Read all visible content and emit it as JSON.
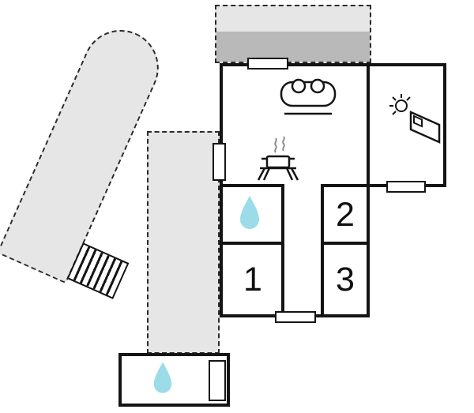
{
  "floor_plan": {
    "kind": "house-floor-plan",
    "room_labels": [
      {
        "id": "room-1",
        "label": "1"
      },
      {
        "id": "room-2",
        "label": "2"
      },
      {
        "id": "room-3",
        "label": "3"
      }
    ],
    "icons": [
      "sofa-icon",
      "sunbed-icon",
      "stove-icon",
      "water-drop-icon",
      "annex-water-drop-icon",
      "stairs-icon"
    ],
    "colors": {
      "area_fill": "#e6e6e6",
      "terrace_band": "#b9b9b9",
      "wall": "#141414",
      "water_drop": "#9bdce8",
      "steam": "#8f8f8f",
      "background": "#ffffff"
    }
  }
}
